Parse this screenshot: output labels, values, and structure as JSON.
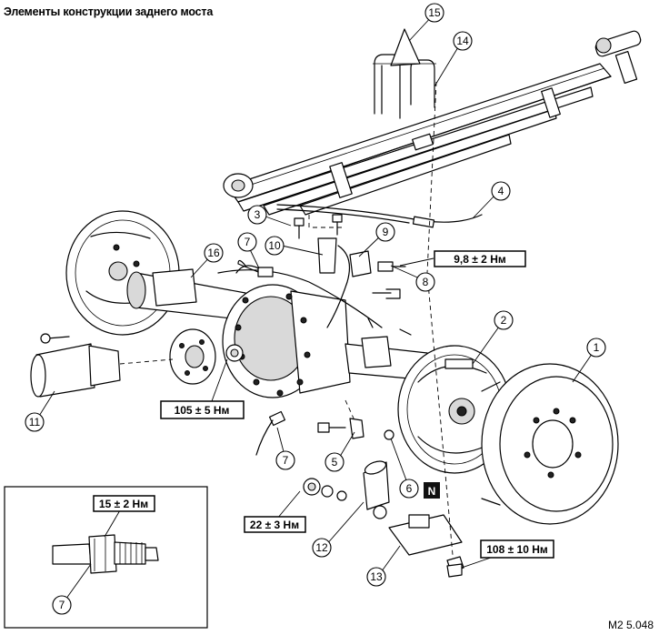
{
  "title": "Элементы конструкции заднего моста",
  "figure_code": "M2 5.048",
  "callouts": [
    "1",
    "2",
    "3",
    "4",
    "5",
    "6",
    "7",
    "8",
    "9",
    "10",
    "11",
    "12",
    "13",
    "14",
    "15",
    "16"
  ],
  "torques": {
    "t8": "9,8 ± 2 Нм",
    "t105": "105 ± 5 Нм",
    "t22": "22 ± 3 Нм",
    "t108": "108 ± 10 Нм",
    "t15": "15 ± 2 Нм"
  },
  "marker_n": "N"
}
